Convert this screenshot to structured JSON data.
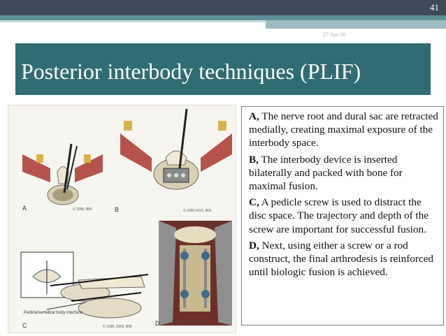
{
  "header": {
    "slide_number": "41",
    "date": "27-Jan-16"
  },
  "title": "Posterior interbody techniques (PLIF)",
  "figure": {
    "panel_labels": [
      "A",
      "B",
      "C",
      "D"
    ],
    "caption_label": "Pedicle/vertebral body interface",
    "copyright_a": "© 1998, BNI",
    "copyright_b": "© 2000-2010, BNI",
    "copyright_c": "© 1998, 2009, BNI"
  },
  "description": {
    "para_a_label": "A,",
    "para_a": " The nerve root and dural sac are retracted medially, creating maximal exposure of the interbody space.",
    "para_b_label": "B,",
    "para_b": " The interbody device is inserted bilaterally and packed with bone for maximal fusion.",
    "para_c_label": "C,",
    "para_c": " A pedicle screw is used to distract the disc space. The trajectory and depth of the screw are important for successful fusion.",
    "para_d_label": "D,",
    "para_d": " Next, using either a screw or a rod construct, the final arthrodesis is reinforced until biologic fusion is achieved."
  },
  "colors": {
    "title_bar": "#2f6c73",
    "top_band": "#3d4a5c",
    "accent": "#5b8f96"
  }
}
